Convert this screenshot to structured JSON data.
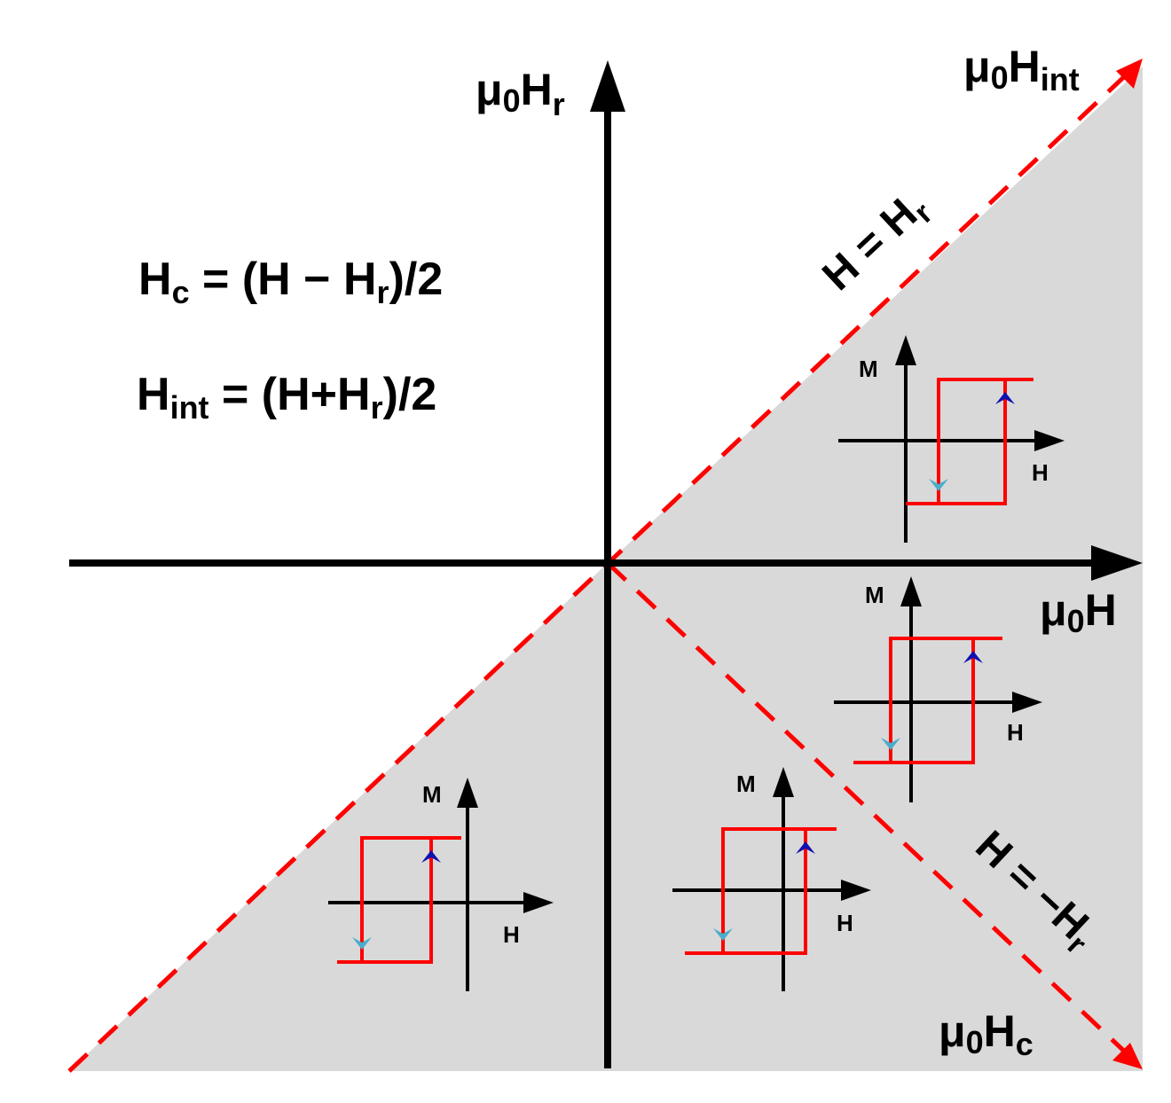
{
  "axes": {
    "y_label": {
      "main": "μ",
      "sub": "0",
      "main2": "H",
      "sub2": "r"
    },
    "x_label": {
      "main": "μ",
      "sub": "0",
      "main2": "H"
    },
    "diag_up_label": {
      "main": "μ",
      "sub": "0",
      "main2": "H",
      "sub2": "int"
    },
    "diag_down_label": {
      "main": "μ",
      "sub": "0",
      "main2": "H",
      "sub2": "c"
    }
  },
  "lines": {
    "up": {
      "t1": "H = H",
      "t2": "r"
    },
    "down": {
      "t1": "H = −H",
      "t2": "r"
    }
  },
  "equations": {
    "hc": {
      "a": "H",
      "a_sub": "c",
      "b": " = (H − H",
      "b_sub": "r",
      "c": ")/2"
    },
    "hint": {
      "a": "H",
      "a_sub": "int",
      "b": " = (H+H",
      "b_sub": "r",
      "c": ")/2"
    }
  },
  "loop_labels": {
    "m": "M",
    "h": "H"
  },
  "colors": {
    "shade": "#d9d9d9",
    "dashed": "#ff0000",
    "loop": "#ff0000",
    "arrow_up": "#1010b0",
    "arrow_down": "#4aaecb",
    "axis": "#000000"
  }
}
